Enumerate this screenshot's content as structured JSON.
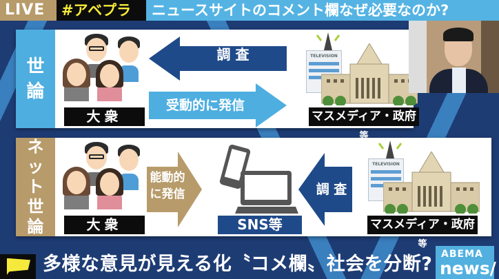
{
  "header": {
    "live_label": "LIVE",
    "hashtag": "#アベプラ",
    "headline": "ニュースサイトのコメント欄なぜ必要なのか?"
  },
  "panel1": {
    "side_label": [
      "世",
      "論"
    ],
    "people_label": "大衆",
    "arrow_left_label": "調 査",
    "arrow_right_label": "受動的に発信",
    "tv_label": "TELEVISION",
    "institution_label": "マスメディア・政府",
    "institution_suffix": "等"
  },
  "panel2": {
    "side_label": [
      "ネ",
      "ッ",
      "ト",
      "世",
      "論"
    ],
    "people_label": "大衆",
    "arrow_right_label_line1": "能動的",
    "arrow_right_label_line2": "に発信",
    "sns_label": "SNS等",
    "arrow_left_label": "調 査",
    "tv_label": "TELEVISION",
    "institution_label": "マスメディア・政府",
    "institution_suffix": "等"
  },
  "bottom": {
    "icon": "flag-icon",
    "caption": "多様な意見が見える化〝コメ欄〟社会を分断?"
  },
  "logo": {
    "top": "ABEMA",
    "bottom": "news/"
  },
  "colors": {
    "live_bg": "#b79b6a",
    "hashtag_bg": "#0c0c0c",
    "hashtag_text": "#f5ea3b",
    "headline_bg": "#54b3e3",
    "navy_arrow": "#1f4a8a",
    "light_arrow": "#4eaee0",
    "gold_arrow": "#b79b6a",
    "background": "#1e3c74"
  }
}
